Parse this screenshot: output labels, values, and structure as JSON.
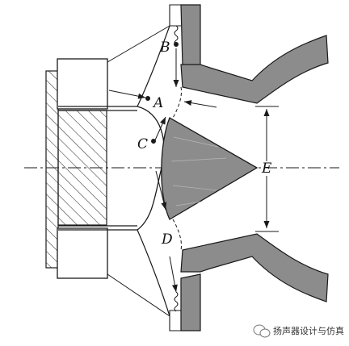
{
  "diagram": {
    "labels": {
      "a": "A",
      "b": "B",
      "c": "C",
      "d": "D",
      "e": "E"
    },
    "watermark": {
      "text": "扬声器设计与仿真",
      "icon": "wechat-icon"
    },
    "colors": {
      "line": "#1a1a1a",
      "fill_gray": "#8c8c8c",
      "hatch": "#333333",
      "background": "#ffffff"
    }
  }
}
